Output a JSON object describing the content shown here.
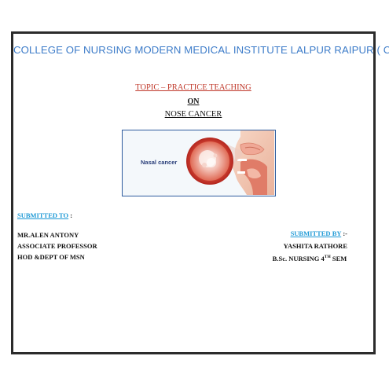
{
  "header": {
    "college_title": "COLLEGE OF NURSING MODERN MEDICAL INSTITUTE LALPUR RAIPUR ( C.G)"
  },
  "topic": {
    "label": "TOPIC – PRACTICE TEACHING",
    "on": "ON",
    "subject": "NOSE CANCER"
  },
  "illustration": {
    "label": "Nasal cancer"
  },
  "submitted_to": {
    "label": "SUBMITTED TO",
    "colon": " :",
    "name": "MR.ALEN ANTONY",
    "designation": "ASSOCIATE  PROFESSOR",
    "department": "HOD &DEPT OF MSN"
  },
  "submitted_by": {
    "label": "SUBMITTED BY",
    "colon": " :-",
    "name": "YASHITA RATHORE",
    "course_prefix": "B.Sc. NURSING 4",
    "course_sup": "TH",
    "course_suffix": " SEM"
  },
  "colors": {
    "title_blue": "#3d7cc9",
    "topic_red": "#c0392b",
    "label_cyan": "#1f9ad6",
    "frame": "#2b2b2b",
    "illustration_border": "#2e5c9e"
  }
}
